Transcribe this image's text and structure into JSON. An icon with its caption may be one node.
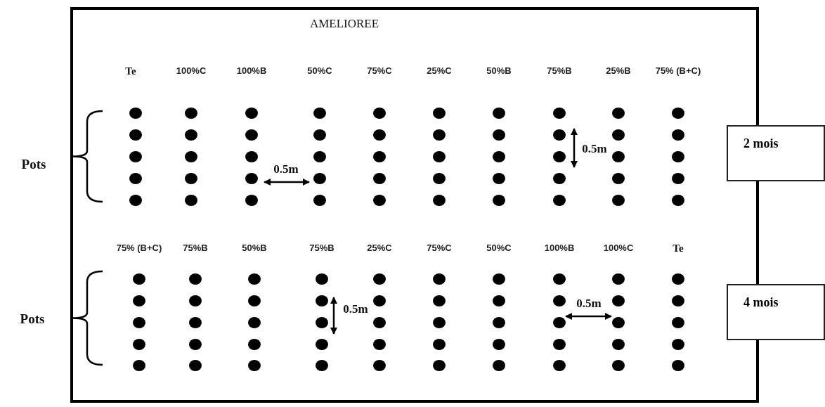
{
  "diagram": {
    "nodes": [
      {
        "text": [
          "AMELIOREE"
        ]
      },
      {
        "text": [
          "2 mois"
        ]
      },
      {
        "text": [
          "4 mois"
        ]
      }
    ],
    "labels": [
      "Te",
      "100%C",
      "100%B",
      "50%C",
      "75%C",
      "25%C",
      "50%B",
      "75%B",
      "25%B",
      "75% (B+C)",
      "Pots",
      "0.5m",
      "0.5m",
      "75% (B+C)",
      "75%B",
      "50%B",
      "75%B",
      "25%C",
      "75%C",
      "50%C",
      "100%B",
      "100%C",
      "Te",
      "Pots",
      "0.5m",
      "0.5m"
    ]
  }
}
